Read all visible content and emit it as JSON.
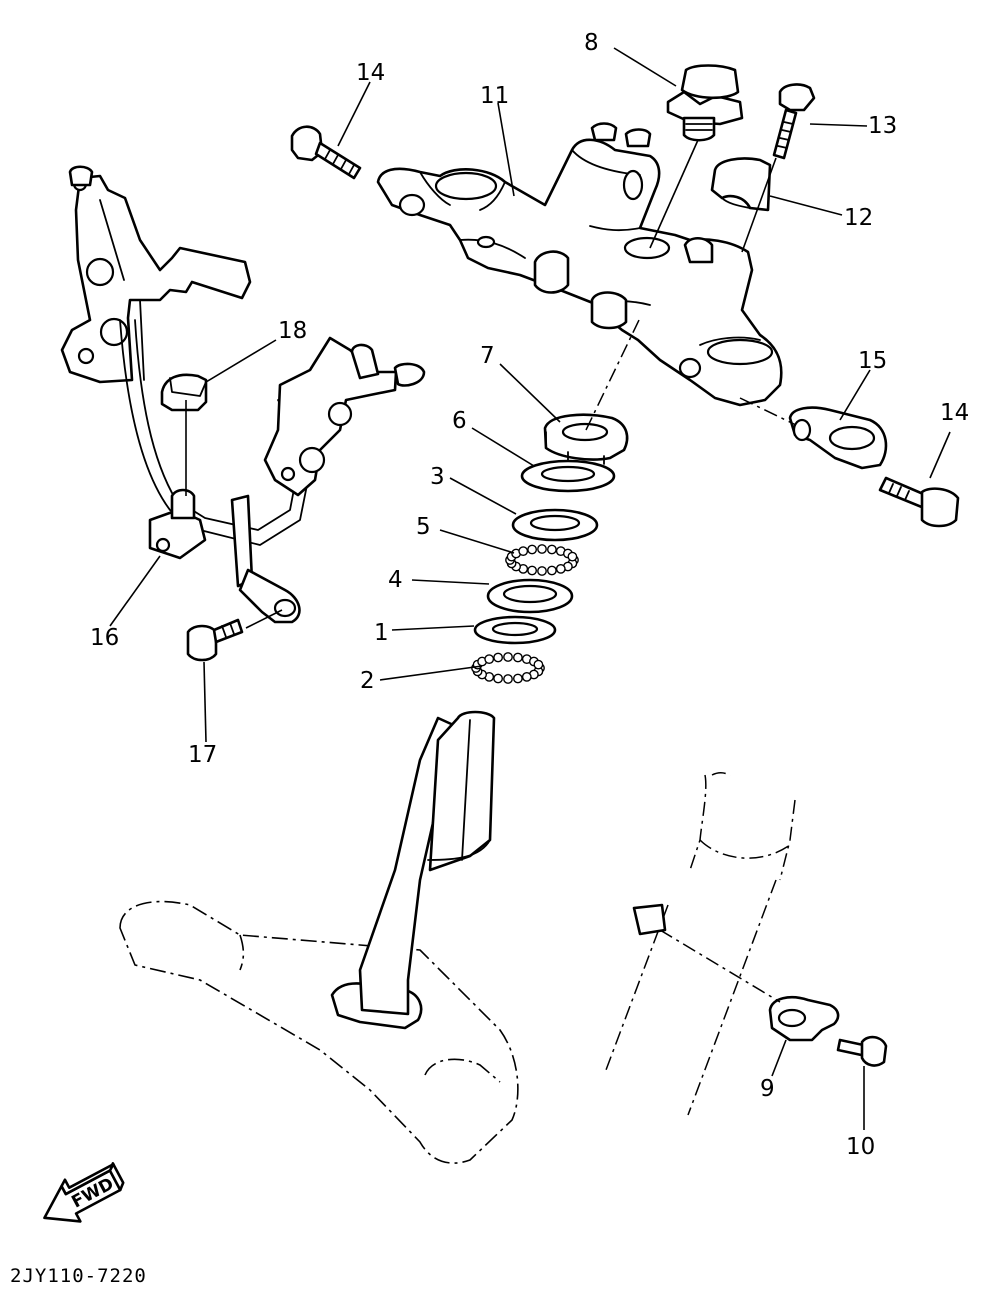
{
  "diagram_code": "2JY110-7220",
  "fwd_label": "FWD",
  "callouts": [
    {
      "id": "1",
      "label": "1"
    },
    {
      "id": "2",
      "label": "2"
    },
    {
      "id": "3",
      "label": "3"
    },
    {
      "id": "4",
      "label": "4"
    },
    {
      "id": "5",
      "label": "5"
    },
    {
      "id": "6",
      "label": "6"
    },
    {
      "id": "7",
      "label": "7"
    },
    {
      "id": "8",
      "label": "8"
    },
    {
      "id": "9",
      "label": "9"
    },
    {
      "id": "10",
      "label": "10"
    },
    {
      "id": "11",
      "label": "11"
    },
    {
      "id": "12",
      "label": "12"
    },
    {
      "id": "13",
      "label": "13"
    },
    {
      "id": "14a",
      "label": "14"
    },
    {
      "id": "14b",
      "label": "14"
    },
    {
      "id": "15",
      "label": "15"
    },
    {
      "id": "16",
      "label": "16"
    },
    {
      "id": "17",
      "label": "17"
    },
    {
      "id": "18",
      "label": "18"
    }
  ]
}
